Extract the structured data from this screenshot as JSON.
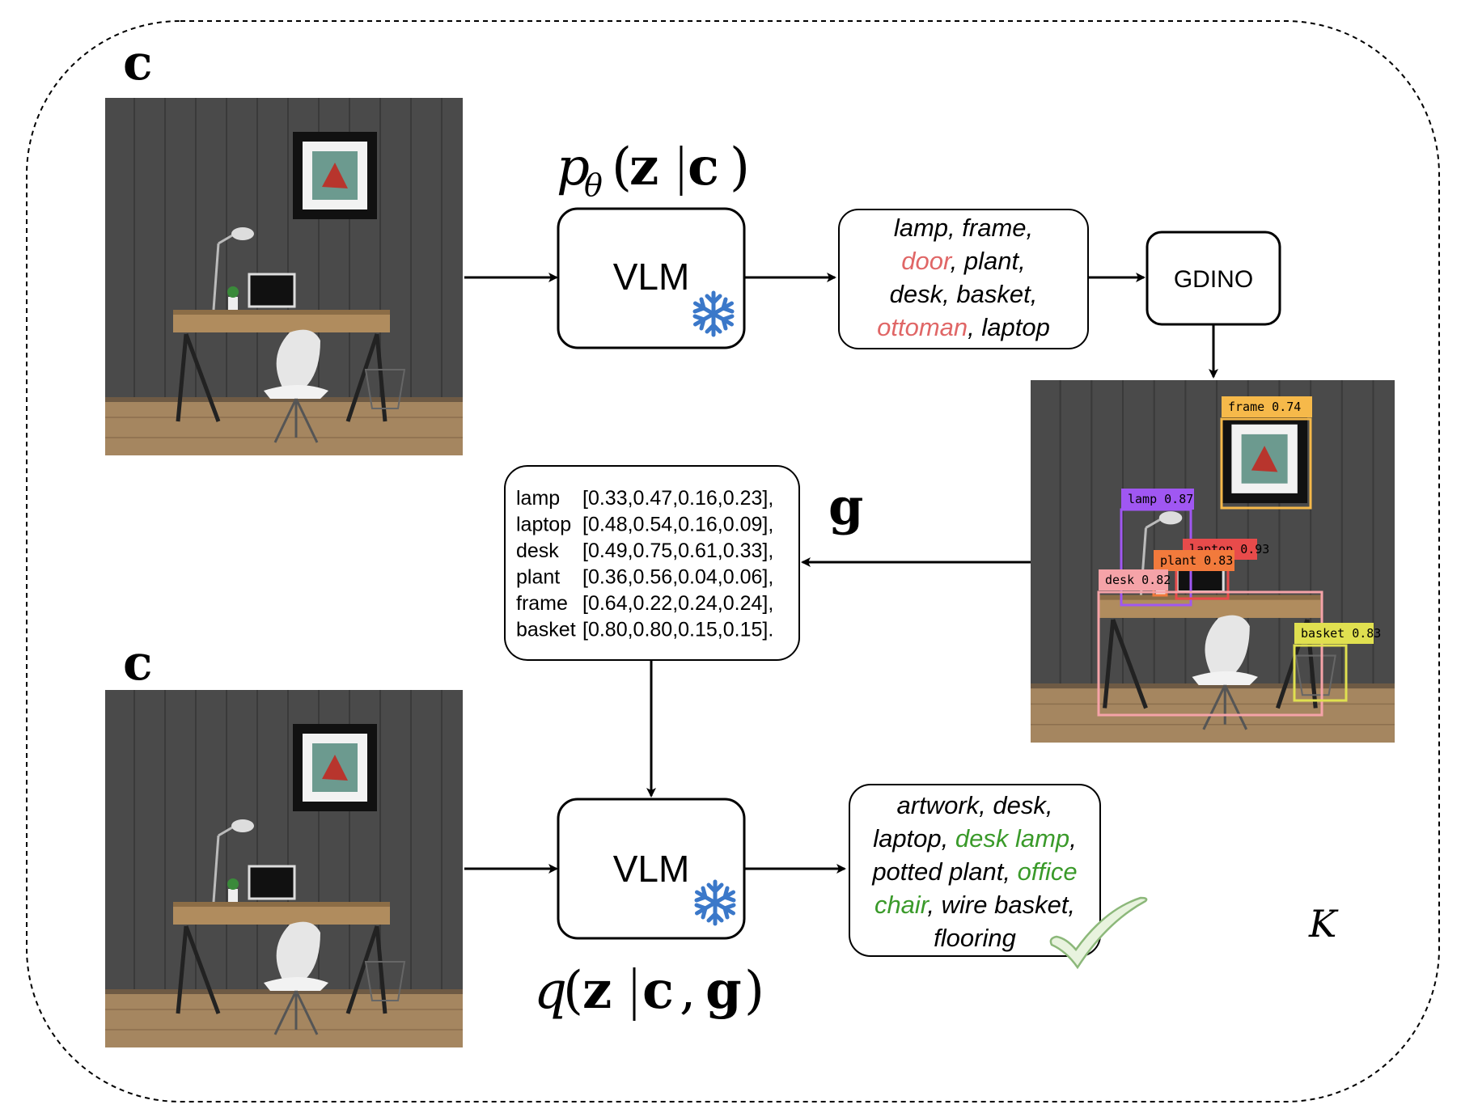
{
  "symbols": {
    "context": "c",
    "grounding": "g",
    "iterations": "K"
  },
  "prior": {
    "label_p": "p",
    "label_theta": "θ",
    "label_z": "z",
    "label_c": "c"
  },
  "posterior": {
    "label_q": "q",
    "label_z": "z",
    "label_c": "c",
    "label_g": "g"
  },
  "modules": {
    "vlm_top": "VLM",
    "vlm_bottom": "VLM",
    "detector": "GDINO"
  },
  "prior_output": {
    "lines": [
      [
        {
          "text": "lamp, frame,",
          "color": "#000000"
        }
      ],
      [
        {
          "text": "door",
          "color": "#e06666"
        },
        {
          "text": ", plant,",
          "color": "#000000"
        }
      ],
      [
        {
          "text": "desk, basket,",
          "color": "#000000"
        }
      ],
      [
        {
          "text": "ottoman",
          "color": "#e06666"
        },
        {
          "text": ", laptop",
          "color": "#000000"
        }
      ]
    ]
  },
  "posterior_output": {
    "lines": [
      [
        {
          "text": "artwork, desk,",
          "color": "#000000"
        }
      ],
      [
        {
          "text": "laptop, ",
          "color": "#000000"
        },
        {
          "text": "desk lamp",
          "color": "#3a9a2a"
        },
        {
          "text": ",",
          "color": "#000000"
        }
      ],
      [
        {
          "text": "potted plant, ",
          "color": "#000000"
        },
        {
          "text": "office",
          "color": "#3a9a2a"
        }
      ],
      [
        {
          "text": "chair",
          "color": "#3a9a2a"
        },
        {
          "text": ", wire basket,",
          "color": "#000000"
        }
      ],
      [
        {
          "text": "flooring",
          "color": "#000000"
        }
      ]
    ]
  },
  "grounding_box": {
    "rows": [
      {
        "name": "lamp",
        "coords": "[0.33,0.47,0.16,0.23],"
      },
      {
        "name": "laptop",
        "coords": "[0.48,0.54,0.16,0.09],"
      },
      {
        "name": "desk",
        "coords": "[0.49,0.75,0.61,0.33],"
      },
      {
        "name": "plant",
        "coords": "[0.36,0.56,0.04,0.06],"
      },
      {
        "name": "frame",
        "coords": "[0.64,0.22,0.24,0.24],"
      },
      {
        "name": "basket",
        "coords": "[0.80,0.80,0.15,0.15]."
      }
    ]
  },
  "detections": [
    {
      "label": "frame 0.74",
      "color": "#f6b94a"
    },
    {
      "label": "lamp 0.87",
      "color": "#a057f2"
    },
    {
      "label": "laptop 0.93",
      "color": "#e84b4b"
    },
    {
      "label": "plant 0.83",
      "color": "#f27a3c"
    },
    {
      "label": "desk 0.82",
      "color": "#f5a3a8"
    },
    {
      "label": "basket 0.83",
      "color": "#e0e050"
    }
  ],
  "icons": {
    "snowflake": "snowflake-icon",
    "checkmark": "checkmark-icon"
  },
  "colors": {
    "snowflake": "#3b78c9",
    "negative": "#e06666",
    "positive": "#3a9a2a"
  }
}
